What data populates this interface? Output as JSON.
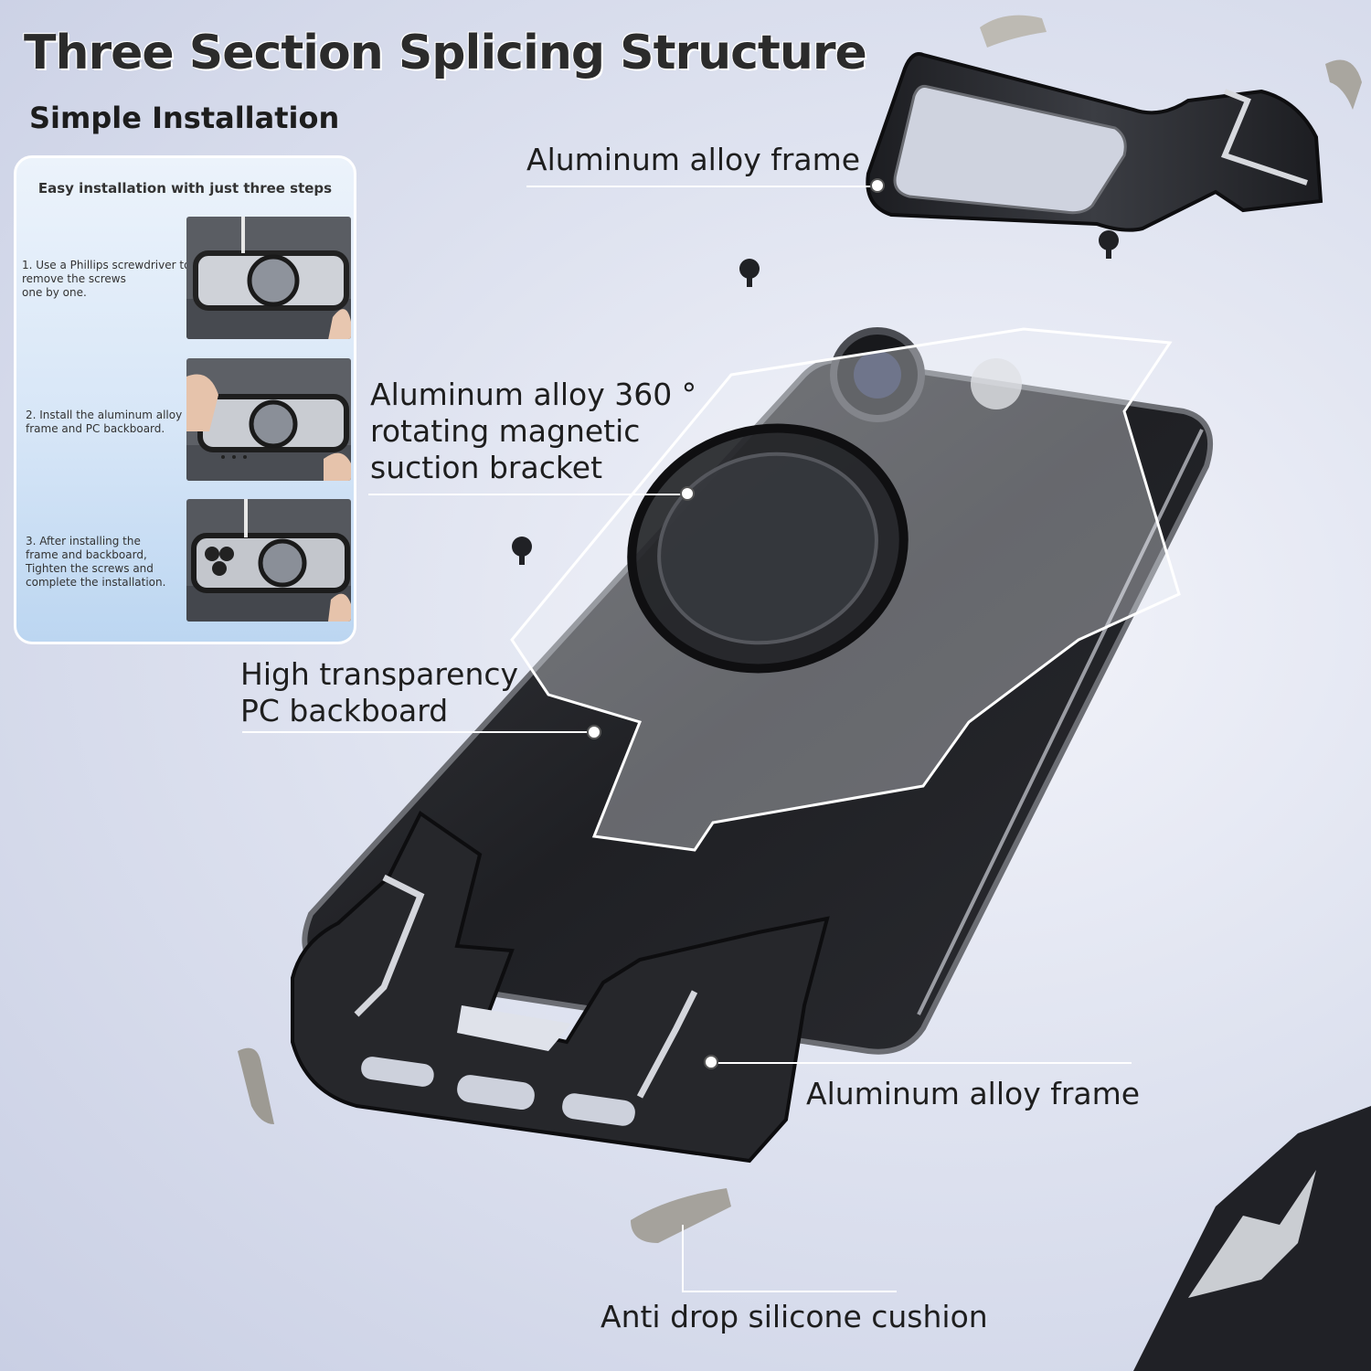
{
  "header": {
    "title": "Three Section Splicing Structure",
    "subtitle": "Simple Installation"
  },
  "install_card": {
    "title": "Easy installation with just three steps",
    "steps": [
      {
        "text": "1. Use a Phillips screwdriver to\n    remove the screws\n    one by one."
      },
      {
        "text": "2. Install the aluminum alloy\n    frame and PC backboard."
      },
      {
        "text": "3. After installing the\n    frame and backboard,\n    Tighten the screws and\n    complete the installation."
      }
    ]
  },
  "callouts": {
    "top_frame": "Aluminum alloy frame",
    "bracket": "Aluminum alloy 360 °\nrotating magnetic\nsuction bracket",
    "backboard": "High transparency\nPC backboard",
    "bottom_frame": "Aluminum alloy frame",
    "cushion": "Anti drop silicone cushion"
  },
  "colors": {
    "frame": "#2a2b2f",
    "phone": "#1f2024",
    "cushion": "#a5a29c",
    "title": "#2b2b2b"
  }
}
